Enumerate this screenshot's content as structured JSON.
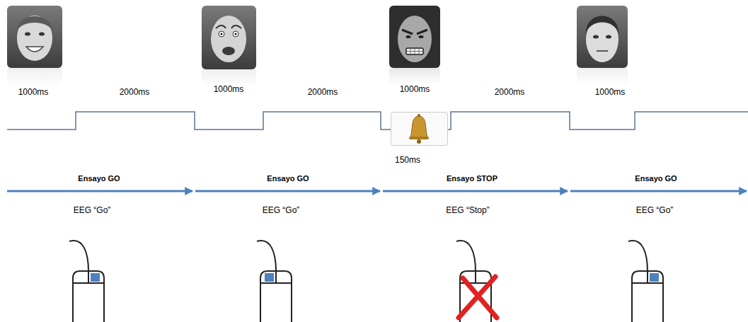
{
  "diagram": {
    "labels": [
      "1000ms",
      "2000ms",
      "1000ms",
      "2000ms",
      "1000ms",
      "2000ms",
      "1000ms",
      "150ms",
      "Ensayo GO",
      "Ensayo GO",
      "Ensayo STOP",
      "Ensayo GO",
      "EEG “Go”",
      "EEG “Go”",
      "EEG “Stop”",
      "EEG “Go”"
    ]
  }
}
